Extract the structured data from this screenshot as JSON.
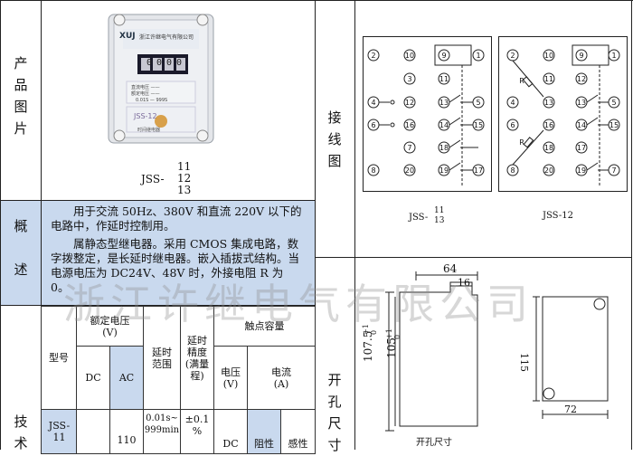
{
  "left": {
    "product_label": "产\n品\n图\n片",
    "model_prefix": "JSS-",
    "model_variants": [
      "11",
      "12",
      "13"
    ],
    "device": {
      "brand": "XUJ",
      "maker": "浙江许继电气有限公司",
      "display_digits": "0000",
      "label_top": "直流电压 ——",
      "label_mid": "额定电压 ——",
      "range_text": "0.01S — 999S",
      "model": "JSS-12",
      "sub": "时间继电器"
    },
    "overview_label": "概\n\n述",
    "overview_p1": "用于交流 50Hz、380V 和直流 220V 以下的电路中，作延时控制用。",
    "overview_p2": "属静态型继电器。采用 CMOS 集成电路，数字拨整定，是长延时继电器。嵌入插拔式结构。当电源电压为 DC24V、48V 时，外接电阻 R 为 0。",
    "tech_label": "技\n术",
    "table": {
      "model_hdr": "型号",
      "rated_voltage_hdr": "额定电压\n(V)",
      "dc_hdr": "DC",
      "ac_hdr": "AC",
      "delay_range_hdr": "延时\n范围",
      "accuracy_hdr": "延时\n精度\n(满量\n程)",
      "contact_hdr": "触点容量",
      "voltage_hdr": "电压\n(V)",
      "current_hdr": "电流\n(A)",
      "row_model": "JSS-11",
      "row_ac": "110",
      "row_range": "0.01s~\n999min",
      "row_accuracy": "±0.1\n%",
      "row_contact_v": "DC",
      "row_cur1": "阻性",
      "row_cur2": "感性"
    }
  },
  "right": {
    "wiring_label": "接\n线\n图",
    "wiring_left_caption": "JSS-",
    "wiring_left_variants": [
      "11",
      "13"
    ],
    "wiring_right_caption": "JSS-12",
    "terminals_left": [
      "2",
      "10",
      "9",
      "1",
      "3",
      "11",
      "12",
      "4",
      "13",
      "5",
      "6",
      "16",
      "14",
      "15",
      "7",
      "18",
      "17",
      "8",
      "20",
      "19"
    ],
    "cutout_label": "开\n孔\n尺\n寸",
    "dims": {
      "width": "64",
      "sub": "16",
      "height_outer": "107.5",
      "height_outer_tol": "+1\n0",
      "height_inner": "105",
      "height_inner_tol": "+1\n0",
      "panel_h": "115",
      "panel_w": "72",
      "caption": "开孔尺寸"
    }
  },
  "watermark": "浙江许继电气有限公司"
}
